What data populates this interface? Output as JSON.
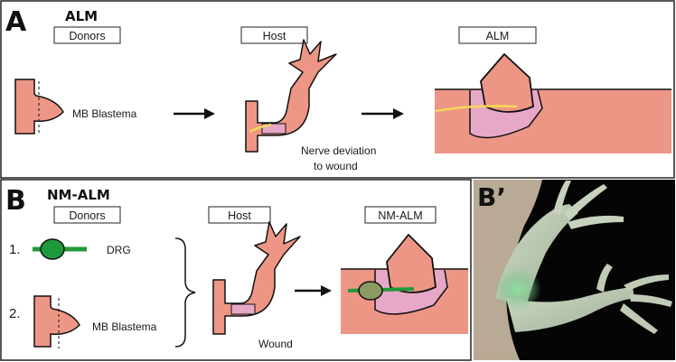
{
  "panel_a": {
    "letter": "A",
    "title": "ALM",
    "donors_label": "Donors",
    "host_label": "Host",
    "result_label": "ALM",
    "donor_caption": "MB Blastema",
    "host_caption_line1": "Nerve deviation",
    "host_caption_line2": "to wound"
  },
  "panel_b": {
    "letter": "B",
    "title": "NM-ALM",
    "donors_label": "Donors",
    "host_label": "Host",
    "result_label": "NM-ALM",
    "item1_number": "1.",
    "item1_caption": "DRG",
    "item2_number": "2.",
    "item2_caption": "MB Blastema",
    "host_caption": "Wound"
  },
  "panel_b_prime": {
    "letter": "B’"
  },
  "colors": {
    "tissue": "#EE9685",
    "wound_pink": "#E7A8C8",
    "nerve_yellow": "#F6D95A",
    "drg_green": "#1F9A3A",
    "drg_gray_green": "#8A9A62",
    "outline": "#111111"
  }
}
